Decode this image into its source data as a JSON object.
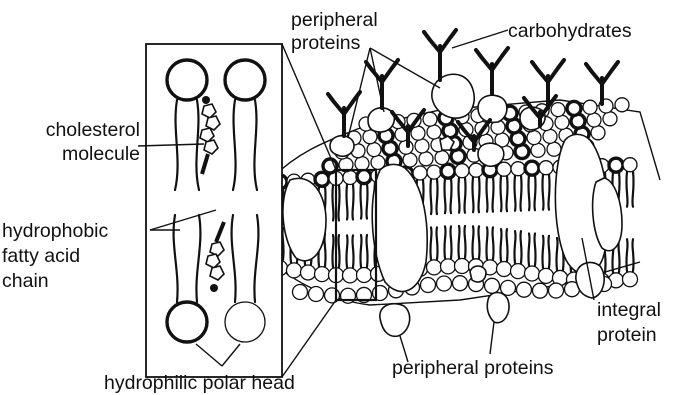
{
  "labels": {
    "peripheral_proteins_top": [
      "peripheral",
      "proteins"
    ],
    "carbohydrates": "carbohydrates",
    "cholesterol_molecule": [
      "cholesterol",
      "molecule"
    ],
    "hydrophobic_fatty_acid_chain": [
      "hydrophobic",
      "fatty acid",
      "chain"
    ],
    "integral_protein": [
      "integral",
      "protein"
    ],
    "peripheral_proteins_bottom": "peripheral proteins",
    "hydrophilic_polar_head": "hydrophilic polar head"
  }
}
